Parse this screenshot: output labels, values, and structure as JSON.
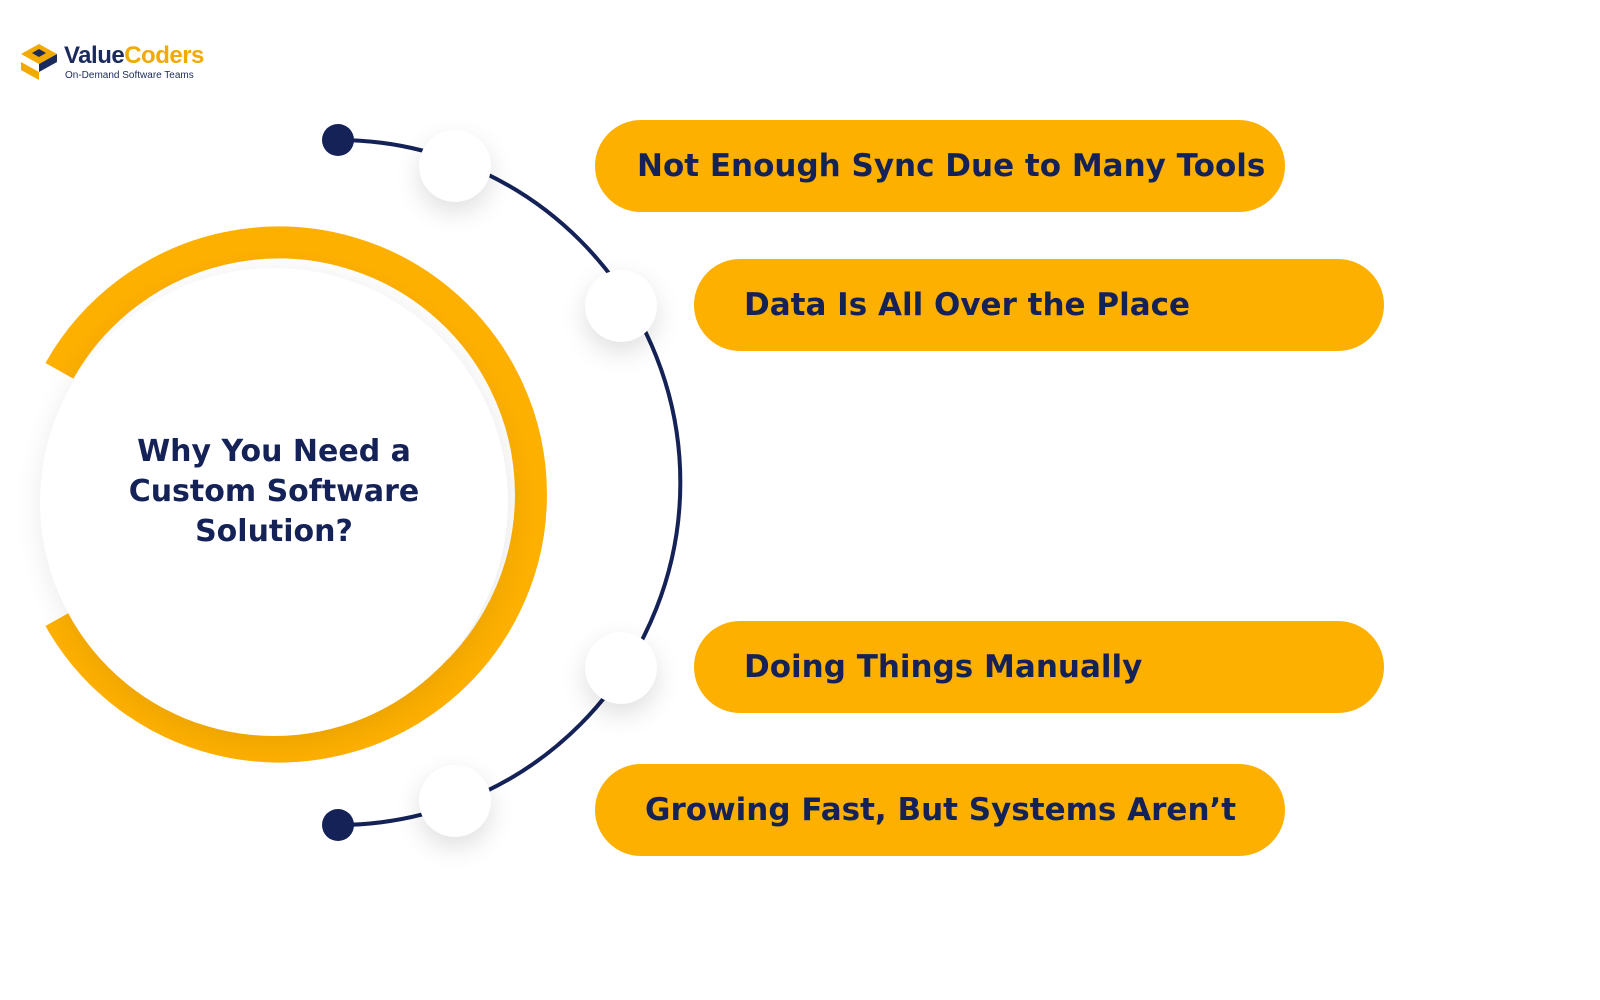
{
  "brand": {
    "name_part1": "Value",
    "name_part2": "Coders",
    "tagline": "On-Demand Software Teams"
  },
  "center": {
    "title": "Why You Need a Custom Software Solution?"
  },
  "items": [
    {
      "label": "Not Enough Sync Due to Many Tools"
    },
    {
      "label": "Data Is All Over the Place"
    },
    {
      "label": "Doing Things Manually"
    },
    {
      "label": "Growing Fast, But Systems Aren’t"
    }
  ],
  "colors": {
    "accent": "#fdb000",
    "navy": "#142257",
    "background": "#ffffff"
  }
}
